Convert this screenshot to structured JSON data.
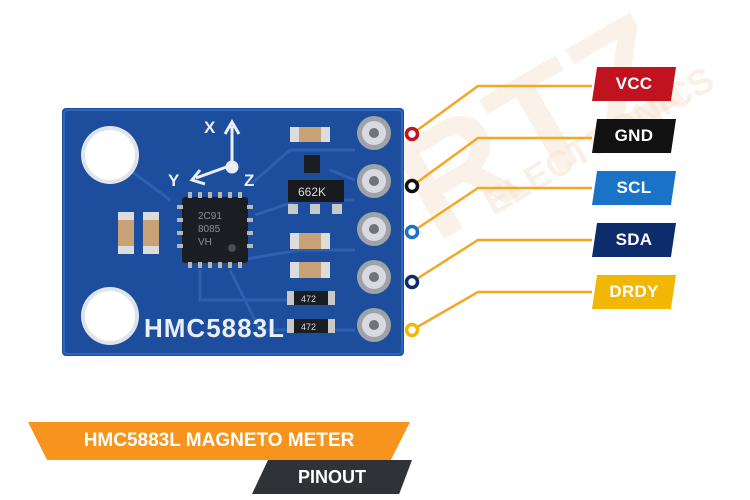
{
  "board": {
    "chip_label": "HMC5883L",
    "axis_x": "X",
    "axis_y": "Y",
    "axis_z": "Z",
    "resistor_code": "662K",
    "cap_codes": [
      "472",
      "472"
    ],
    "ic_marking_1": "2C91",
    "ic_marking_2": "8085",
    "ic_marking_3": "VH",
    "pin_count": 5
  },
  "pins": [
    {
      "label": "VCC",
      "color": "#c1121f"
    },
    {
      "label": "GND",
      "color": "#111111"
    },
    {
      "label": "SCL",
      "color": "#1a73c7"
    },
    {
      "label": "SDA",
      "color": "#0d2c6b"
    },
    {
      "label": "DRDY",
      "color": "#f2b705"
    }
  ],
  "connector_line_color": "#f5a623",
  "watermark": {
    "brand": "RTZ",
    "tagline": "ELECTRONICS"
  },
  "banner": {
    "title": "HMC5883L MAGNETO  METER",
    "subtitle": "PINOUT",
    "title_color": "#f7941d",
    "subtitle_color": "#2f3338"
  }
}
